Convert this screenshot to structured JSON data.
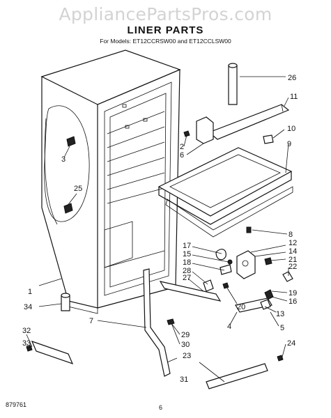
{
  "watermark": "AppliancePartsPros.com",
  "title": "LINER PARTS",
  "subtitle": "For Models: ET12CCRSW00 and ET12CCLSW00",
  "doc_number": "879761",
  "page_number": "6",
  "callouts": [
    "26",
    "11",
    "10",
    "9",
    "2",
    "6",
    "3",
    "25",
    "8",
    "12",
    "14",
    "21",
    "22",
    "17",
    "15",
    "18",
    "28",
    "27",
    "1",
    "34",
    "20",
    "19",
    "16",
    "13",
    "5",
    "4",
    "24",
    "32",
    "33",
    "29",
    "30",
    "23",
    "31",
    "7"
  ]
}
